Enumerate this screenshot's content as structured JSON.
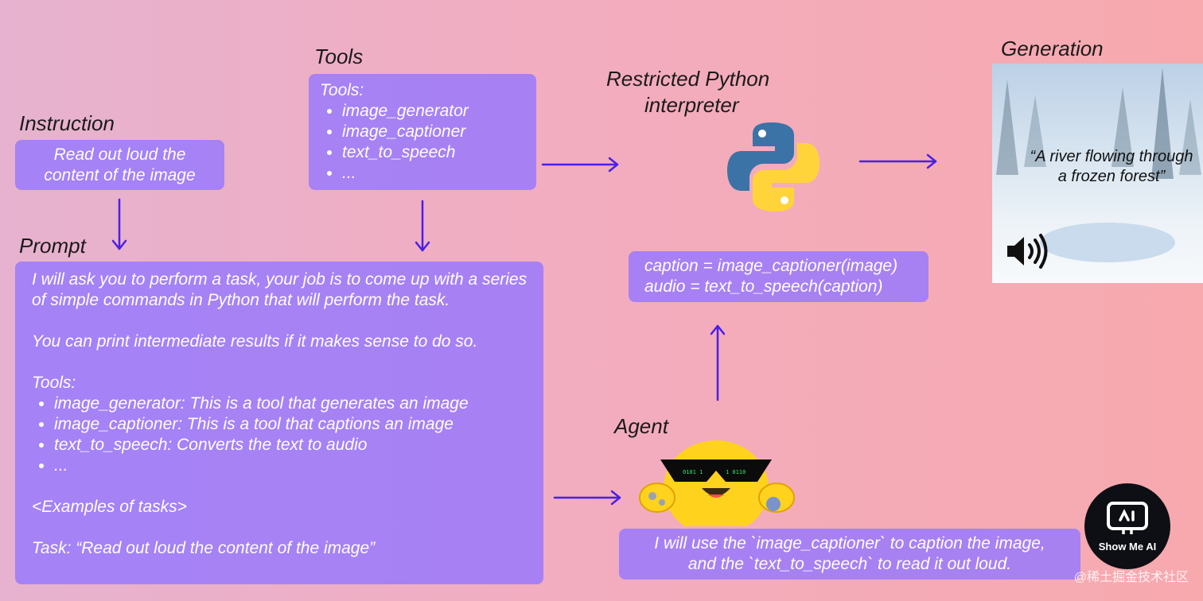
{
  "instruction": {
    "heading": "Instruction",
    "text": "Read out loud the content of the image"
  },
  "tools": {
    "heading": "Tools",
    "label": "Tools:",
    "items": [
      "image_generator",
      "image_captioner",
      "text_to_speech",
      "..."
    ]
  },
  "interpreter": {
    "heading_line1": "Restricted Python",
    "heading_line2": "interpreter",
    "icon": "python-logo-icon"
  },
  "generation": {
    "heading": "Generation",
    "caption": "“A river flowing through a frozen forest”",
    "icon": "speaker-icon"
  },
  "prompt": {
    "heading": "Prompt",
    "intro": "I will ask you to perform a task, your job is to come up with a series of simple commands in Python that will perform the task.",
    "note": "You can print intermediate results if it makes sense to do so.",
    "tools_label": "Tools:",
    "tools": [
      "image_generator: This is a tool that generates an image",
      "image_captioner: This is a tool that captions an image",
      "text_to_speech: Converts the text to audio",
      "..."
    ],
    "examples": "<Examples of tasks>",
    "task": "Task: “Read out loud the content of the image”"
  },
  "code": {
    "line1": "caption = image_captioner(image)",
    "line2": "audio = text_to_speech(caption)"
  },
  "agent": {
    "heading": "Agent",
    "icon": "hugging-face-agent-icon",
    "response_line1": "I will use the `image_captioner` to caption the image,",
    "response_line2": "and the `text_to_speech` to read it out loud."
  },
  "watermark": {
    "chinese": "@稀土掘金技术社区",
    "logo_text": "Show Me AI"
  },
  "colors": {
    "arrow": "#4b1fe6",
    "box": "#9678ff",
    "python_blue": "#3b73a6",
    "python_yellow": "#ffd43b",
    "agent_yellow": "#ffd21e"
  }
}
